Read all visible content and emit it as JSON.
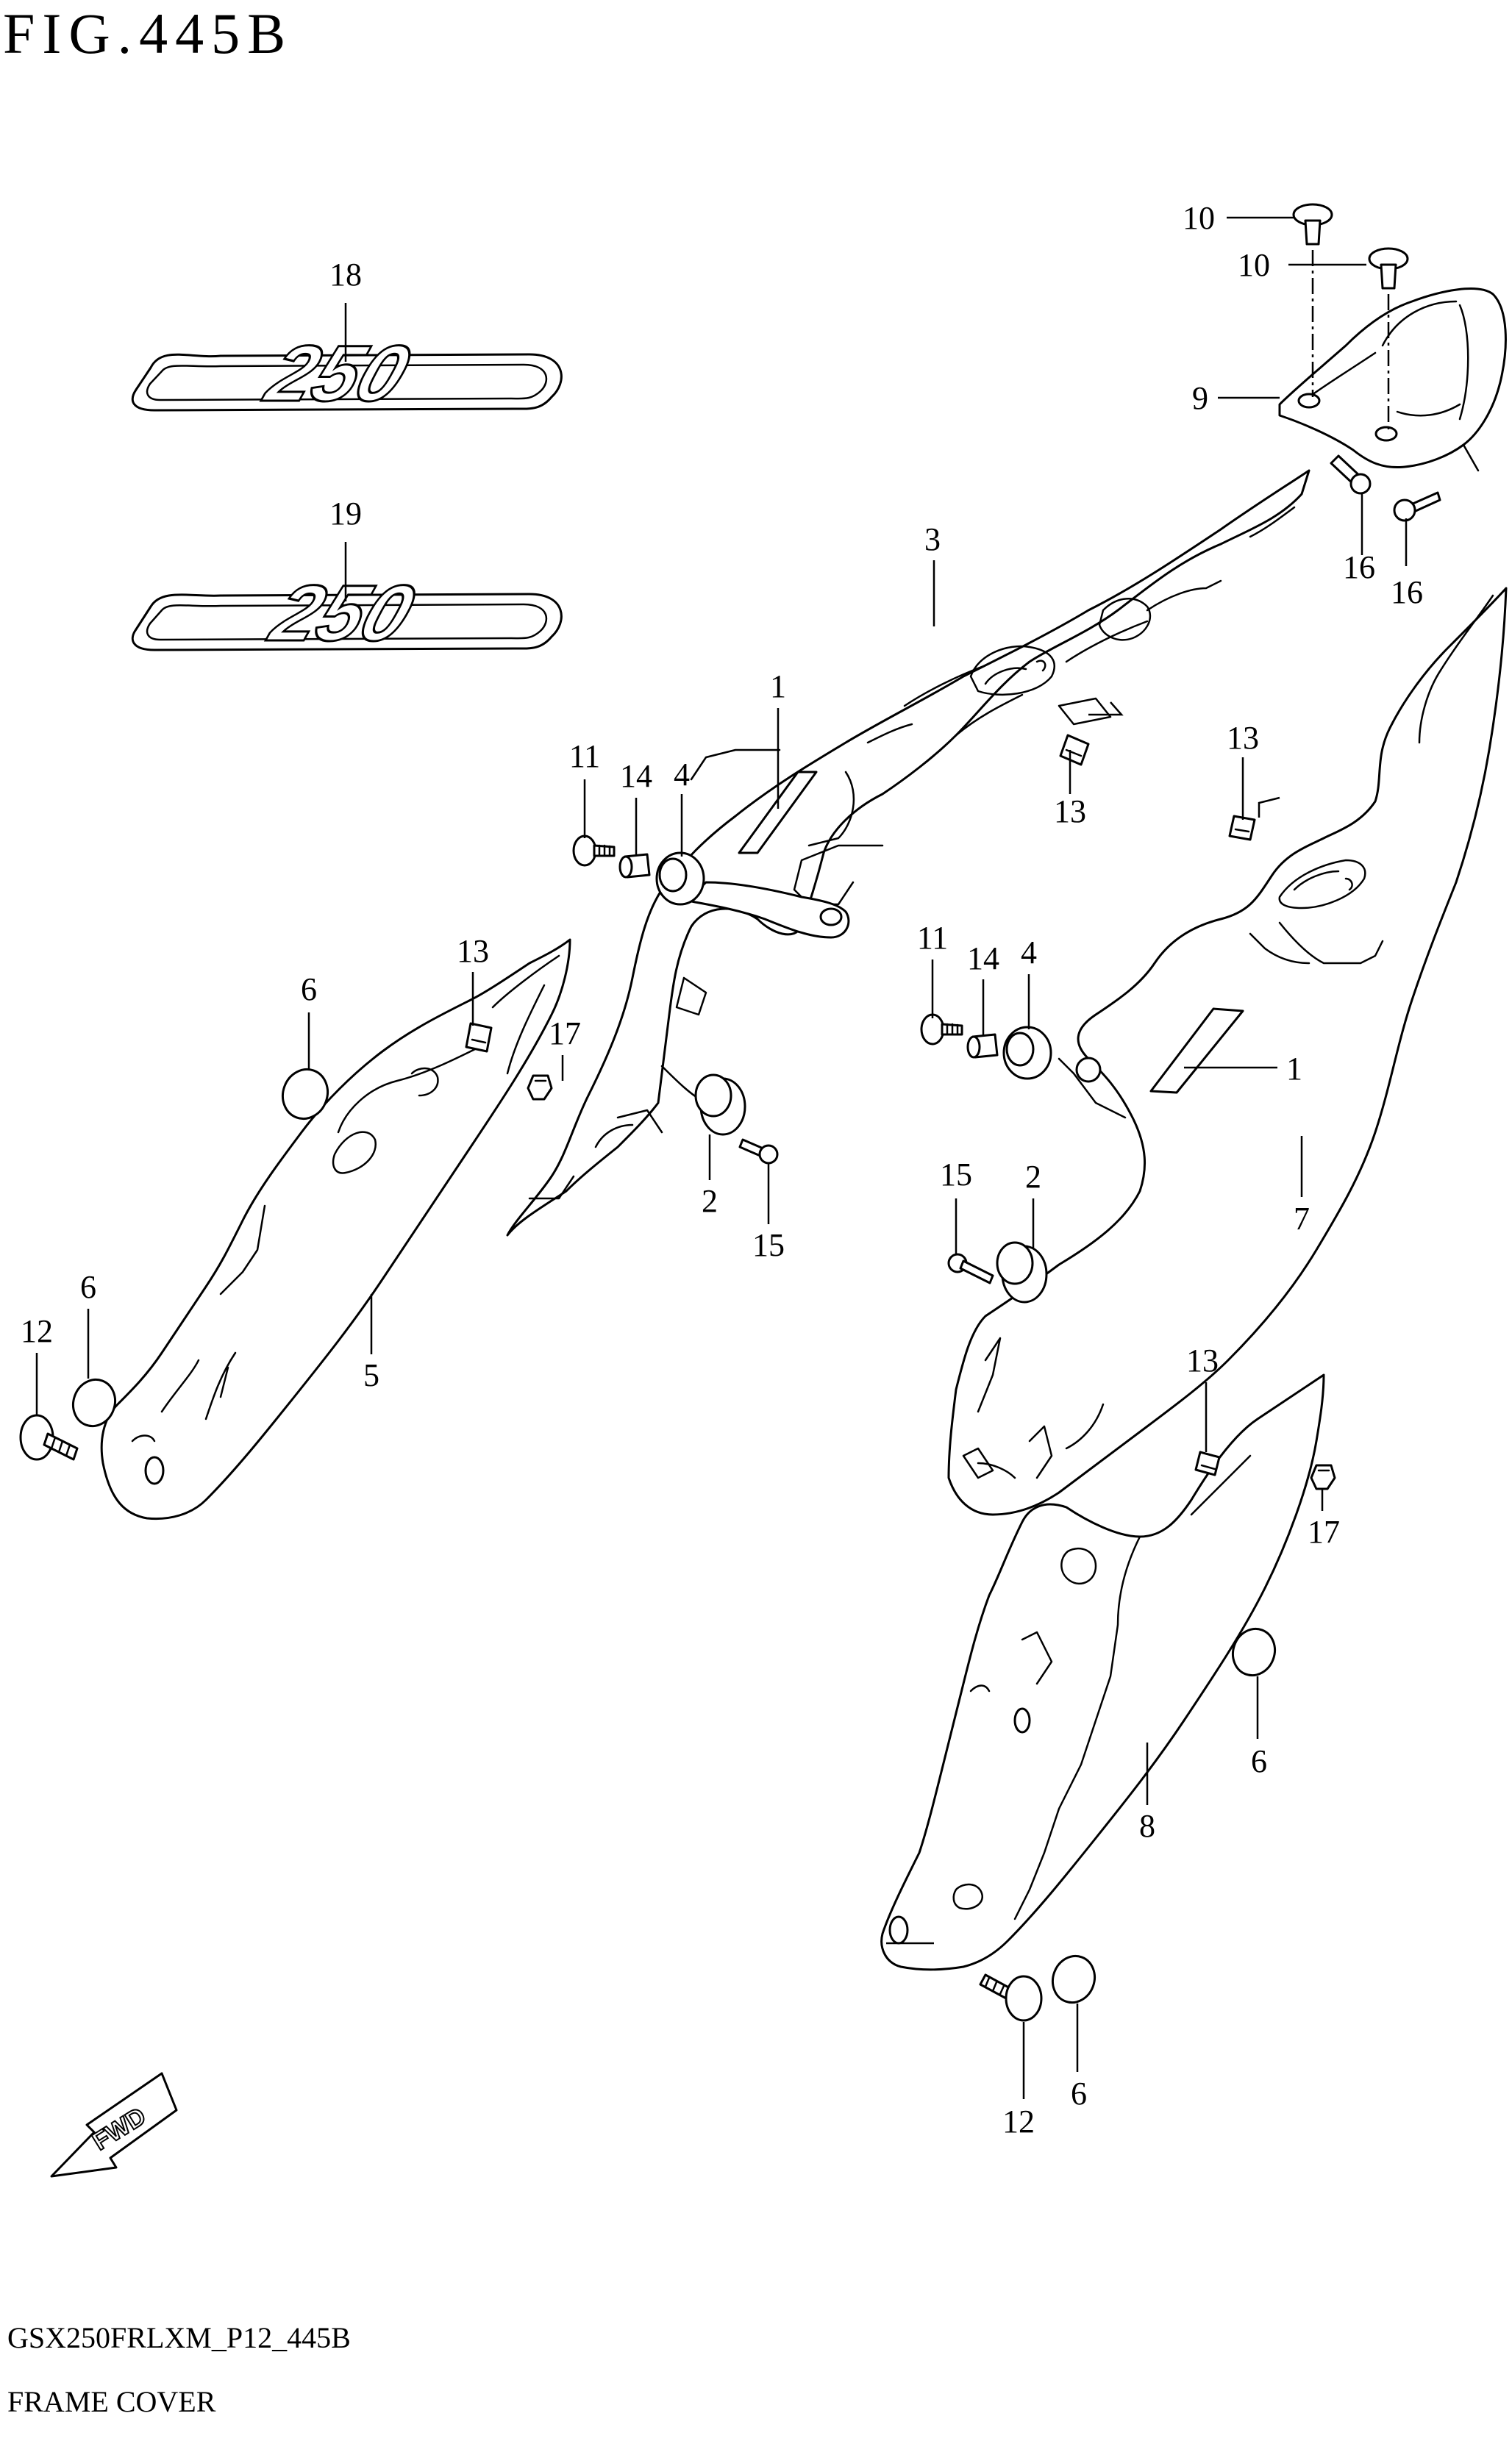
{
  "figure": {
    "title": "FIG.445B",
    "model_code": "GSX250FRLXM_P12_445B",
    "section_name": "FRAME COVER"
  },
  "fwd_label": "FWD",
  "callouts": [
    {
      "id": "c18",
      "label": "18"
    },
    {
      "id": "c19",
      "label": "19"
    },
    {
      "id": "c10a",
      "label": "10"
    },
    {
      "id": "c10b",
      "label": "10"
    },
    {
      "id": "c9",
      "label": "9"
    },
    {
      "id": "c16a",
      "label": "16"
    },
    {
      "id": "c16b",
      "label": "16"
    },
    {
      "id": "c3",
      "label": "3"
    },
    {
      "id": "c1a",
      "label": "1"
    },
    {
      "id": "c13a",
      "label": "13"
    },
    {
      "id": "c13b",
      "label": "13"
    },
    {
      "id": "c11a",
      "label": "11"
    },
    {
      "id": "c14a",
      "label": "14"
    },
    {
      "id": "c4a",
      "label": "4"
    },
    {
      "id": "c6a",
      "label": "6"
    },
    {
      "id": "c13c",
      "label": "13"
    },
    {
      "id": "c17a",
      "label": "17"
    },
    {
      "id": "c2a",
      "label": "2"
    },
    {
      "id": "c15a",
      "label": "15"
    },
    {
      "id": "c11b",
      "label": "11"
    },
    {
      "id": "c14b",
      "label": "14"
    },
    {
      "id": "c4b",
      "label": "4"
    },
    {
      "id": "c1b",
      "label": "1"
    },
    {
      "id": "c7",
      "label": "7"
    },
    {
      "id": "c15b",
      "label": "15"
    },
    {
      "id": "c2b",
      "label": "2"
    },
    {
      "id": "c12a",
      "label": "12"
    },
    {
      "id": "c6b",
      "label": "6"
    },
    {
      "id": "c5",
      "label": "5"
    },
    {
      "id": "c13d",
      "label": "13"
    },
    {
      "id": "c17b",
      "label": "17"
    },
    {
      "id": "c6c",
      "label": "6"
    },
    {
      "id": "c8",
      "label": "8"
    },
    {
      "id": "c12b",
      "label": "12"
    },
    {
      "id": "c6d",
      "label": "6"
    }
  ],
  "emblems": [
    {
      "id": "e18",
      "text": "250"
    },
    {
      "id": "e19",
      "text": "250"
    }
  ]
}
